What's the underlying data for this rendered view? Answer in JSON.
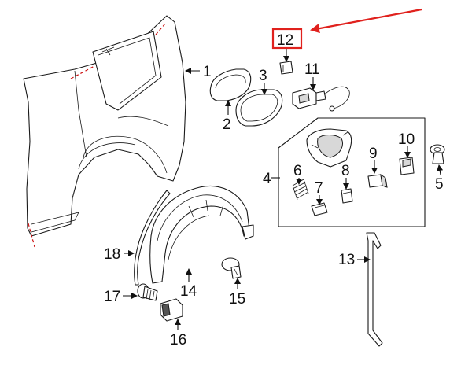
{
  "callouts": {
    "p1": "1",
    "p2": "2",
    "p3": "3",
    "p4": "4",
    "p5": "5",
    "p6": "6",
    "p7": "7",
    "p8": "8",
    "p9": "9",
    "p10": "10",
    "p11": "11",
    "p12": "12",
    "p13": "13",
    "p14": "14",
    "p15": "15",
    "p16": "16",
    "p17": "17",
    "p18": "18"
  },
  "colors": {
    "highlight": "#e0211d",
    "line": "#1a1a1a",
    "background": "#ffffff"
  }
}
